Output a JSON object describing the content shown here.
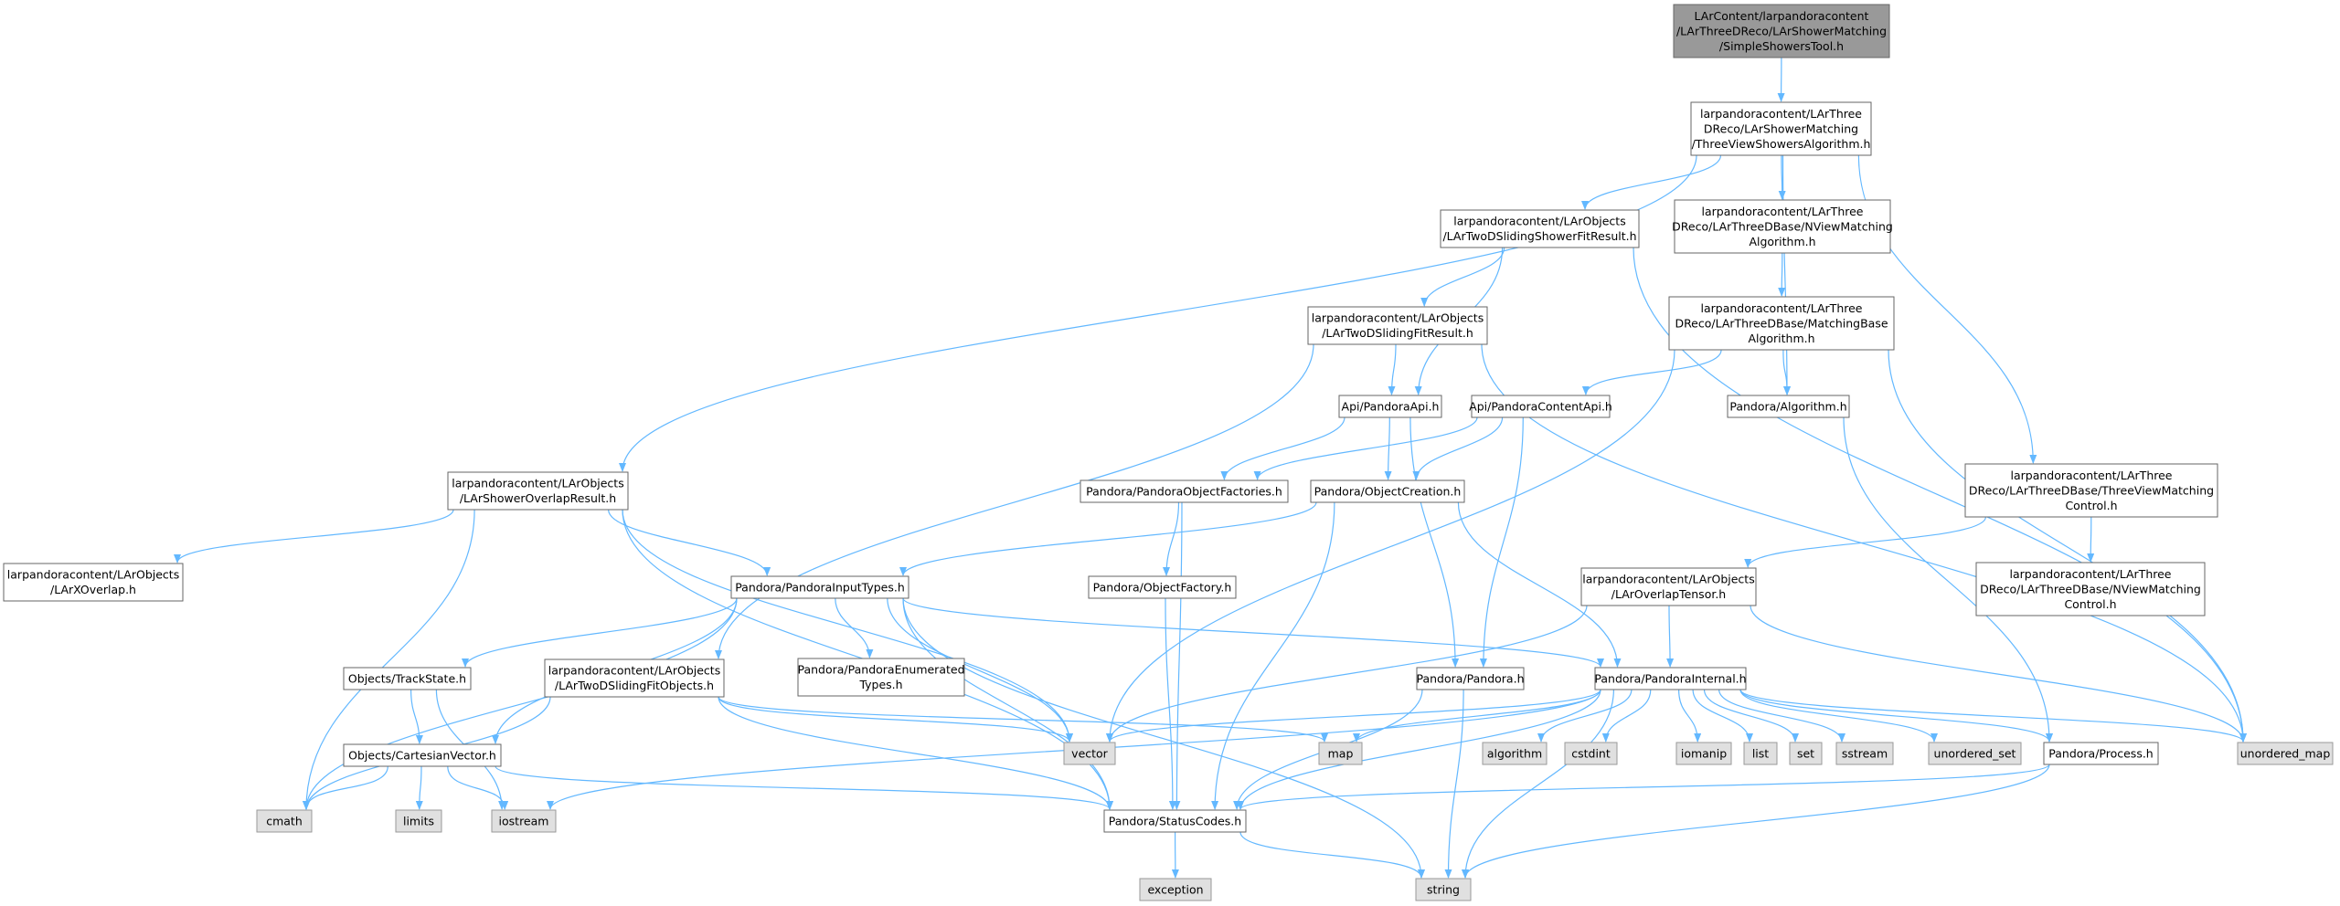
{
  "colors": {
    "edge": "#63b8ff",
    "node_border": "#666666",
    "root_fill": "#999999",
    "node_fill": "#ffffff",
    "system_fill": "#e0e0e0",
    "system_border": "#999999"
  },
  "nodes": [
    {
      "id": "root",
      "kind": "root",
      "lines": [
        "LArContent/larpandoracontent",
        "/LArThreeDReco/LArShowerMatching",
        "/SimpleShowersTool.h"
      ]
    },
    {
      "id": "tvsa",
      "kind": "header",
      "lines": [
        "larpandoracontent/LArThree",
        "DReco/LArShowerMatching",
        "/ThreeViewShowersAlgorithm.h"
      ]
    },
    {
      "id": "tdsl",
      "kind": "header",
      "lines": [
        "larpandoracontent/LArObjects",
        "/LArTwoDSlidingShowerFitResult.h"
      ]
    },
    {
      "id": "nvma",
      "kind": "header",
      "lines": [
        "larpandoracontent/LArThree",
        "DReco/LArThreeDBase/NViewMatching",
        "Algorithm.h"
      ]
    },
    {
      "id": "tdsf",
      "kind": "header",
      "lines": [
        "larpandoracontent/LArObjects",
        "/LArTwoDSlidingFitResult.h"
      ]
    },
    {
      "id": "mba",
      "kind": "header",
      "lines": [
        "larpandoracontent/LArThree",
        "DReco/LArThreeDBase/MatchingBase",
        "Algorithm.h"
      ]
    },
    {
      "id": "papi",
      "kind": "header",
      "lines": [
        "Api/PandoraApi.h"
      ]
    },
    {
      "id": "pcapi",
      "kind": "header",
      "lines": [
        "Api/PandoraContentApi.h"
      ]
    },
    {
      "id": "palg",
      "kind": "header",
      "lines": [
        "Pandora/Algorithm.h"
      ]
    },
    {
      "id": "sor",
      "kind": "header",
      "lines": [
        "larpandoracontent/LArObjects",
        "/LArShowerOverlapResult.h"
      ]
    },
    {
      "id": "pof",
      "kind": "header",
      "lines": [
        "Pandora/PandoraObjectFactories.h"
      ]
    },
    {
      "id": "poc",
      "kind": "header",
      "lines": [
        "Pandora/ObjectCreation.h"
      ]
    },
    {
      "id": "tvmc",
      "kind": "header",
      "lines": [
        "larpandoracontent/LArThree",
        "DReco/LArThreeDBase/ThreeViewMatching",
        "Control.h"
      ]
    },
    {
      "id": "xov",
      "kind": "header",
      "lines": [
        "larpandoracontent/LArObjects",
        "/LArXOverlap.h"
      ]
    },
    {
      "id": "pobf",
      "kind": "header",
      "lines": [
        "Pandora/ObjectFactory.h"
      ]
    },
    {
      "id": "pit",
      "kind": "header",
      "lines": [
        "Pandora/PandoraInputTypes.h"
      ]
    },
    {
      "id": "nvmc",
      "kind": "header",
      "lines": [
        "larpandoracontent/LArThree",
        "DReco/LArThreeDBase/NViewMatching",
        "Control.h"
      ]
    },
    {
      "id": "ovt",
      "kind": "header",
      "lines": [
        "larpandoracontent/LArObjects",
        "/LArOverlapTensor.h"
      ]
    },
    {
      "id": "pet",
      "kind": "header",
      "lines": [
        "Pandora/PandoraEnumerated",
        "Types.h"
      ]
    },
    {
      "id": "ts",
      "kind": "header",
      "lines": [
        "Objects/TrackState.h"
      ]
    },
    {
      "id": "tdsfo",
      "kind": "header",
      "lines": [
        "larpandoracontent/LArObjects",
        "/LArTwoDSlidingFitObjects.h"
      ]
    },
    {
      "id": "pp",
      "kind": "header",
      "lines": [
        "Pandora/Pandora.h"
      ]
    },
    {
      "id": "pint",
      "kind": "header",
      "lines": [
        "Pandora/PandoraInternal.h"
      ]
    },
    {
      "id": "cv",
      "kind": "header",
      "lines": [
        "Objects/CartesianVector.h"
      ]
    },
    {
      "id": "vector",
      "kind": "system",
      "lines": [
        "vector"
      ]
    },
    {
      "id": "map",
      "kind": "system",
      "lines": [
        "map"
      ]
    },
    {
      "id": "algorithm",
      "kind": "system",
      "lines": [
        "algorithm"
      ]
    },
    {
      "id": "cstdint",
      "kind": "system",
      "lines": [
        "cstdint"
      ]
    },
    {
      "id": "iomanip",
      "kind": "system",
      "lines": [
        "iomanip"
      ]
    },
    {
      "id": "list",
      "kind": "system",
      "lines": [
        "list"
      ]
    },
    {
      "id": "set",
      "kind": "system",
      "lines": [
        "set"
      ]
    },
    {
      "id": "sstream",
      "kind": "system",
      "lines": [
        "sstream"
      ]
    },
    {
      "id": "useto",
      "kind": "system",
      "lines": [
        "unordered_set"
      ]
    },
    {
      "id": "proc",
      "kind": "header",
      "lines": [
        "Pandora/Process.h"
      ]
    },
    {
      "id": "umap",
      "kind": "system",
      "lines": [
        "unordered_map"
      ]
    },
    {
      "id": "cmath",
      "kind": "system",
      "lines": [
        "cmath"
      ]
    },
    {
      "id": "limits",
      "kind": "system",
      "lines": [
        "limits"
      ]
    },
    {
      "id": "iostream",
      "kind": "system",
      "lines": [
        "iostream"
      ]
    },
    {
      "id": "psc",
      "kind": "header",
      "lines": [
        "Pandora/StatusCodes.h"
      ]
    },
    {
      "id": "exception",
      "kind": "system",
      "lines": [
        "exception"
      ]
    },
    {
      "id": "string",
      "kind": "system",
      "lines": [
        "string"
      ]
    }
  ],
  "edges": [
    [
      "root",
      "tvsa"
    ],
    [
      "tvsa",
      "tdsl"
    ],
    [
      "tvsa",
      "nvma"
    ],
    [
      "tvsa",
      "sor"
    ],
    [
      "tvsa",
      "palg"
    ],
    [
      "tvsa",
      "tvmc"
    ],
    [
      "tdsl",
      "tdsf"
    ],
    [
      "tdsl",
      "papi"
    ],
    [
      "tdsl",
      "umap"
    ],
    [
      "nvma",
      "mba"
    ],
    [
      "tdsf",
      "papi"
    ],
    [
      "tdsf",
      "tdsfo"
    ],
    [
      "tdsf",
      "umap"
    ],
    [
      "mba",
      "pcapi"
    ],
    [
      "mba",
      "palg"
    ],
    [
      "mba",
      "umap"
    ],
    [
      "mba",
      "vector"
    ],
    [
      "papi",
      "pof"
    ],
    [
      "papi",
      "poc"
    ],
    [
      "papi",
      "pp"
    ],
    [
      "pcapi",
      "pof"
    ],
    [
      "pcapi",
      "poc"
    ],
    [
      "pcapi",
      "pp"
    ],
    [
      "palg",
      "proc"
    ],
    [
      "sor",
      "xov"
    ],
    [
      "sor",
      "pit"
    ],
    [
      "sor",
      "cmath"
    ],
    [
      "sor",
      "vector"
    ],
    [
      "sor",
      "psc"
    ],
    [
      "pof",
      "pobf"
    ],
    [
      "pof",
      "psc"
    ],
    [
      "poc",
      "pit"
    ],
    [
      "poc",
      "pint"
    ],
    [
      "poc",
      "psc"
    ],
    [
      "tvmc",
      "nvmc"
    ],
    [
      "tvmc",
      "ovt"
    ],
    [
      "pobf",
      "psc"
    ],
    [
      "pit",
      "pet"
    ],
    [
      "pit",
      "ts"
    ],
    [
      "pit",
      "cv"
    ],
    [
      "pit",
      "pint"
    ],
    [
      "pit",
      "vector"
    ],
    [
      "pit",
      "psc"
    ],
    [
      "pit",
      "string"
    ],
    [
      "pit",
      "cmath"
    ],
    [
      "ovt",
      "pint"
    ],
    [
      "ovt",
      "vector"
    ],
    [
      "ovt",
      "umap"
    ],
    [
      "ts",
      "cv"
    ],
    [
      "ts",
      "iostream"
    ],
    [
      "tdsfo",
      "cmath"
    ],
    [
      "tdsfo",
      "vector"
    ],
    [
      "tdsfo",
      "map"
    ],
    [
      "tdsfo",
      "psc"
    ],
    [
      "pp",
      "psc"
    ],
    [
      "pp",
      "string"
    ],
    [
      "pint",
      "vector"
    ],
    [
      "pint",
      "map"
    ],
    [
      "pint",
      "algorithm"
    ],
    [
      "pint",
      "cstdint"
    ],
    [
      "pint",
      "iomanip"
    ],
    [
      "pint",
      "list"
    ],
    [
      "pint",
      "set"
    ],
    [
      "pint",
      "sstream"
    ],
    [
      "pint",
      "useto"
    ],
    [
      "pint",
      "umap"
    ],
    [
      "pint",
      "proc"
    ],
    [
      "pint",
      "iostream"
    ],
    [
      "pint",
      "string"
    ],
    [
      "pint",
      "psc"
    ],
    [
      "cv",
      "cmath"
    ],
    [
      "cv",
      "limits"
    ],
    [
      "cv",
      "iostream"
    ],
    [
      "cv",
      "psc"
    ],
    [
      "proc",
      "psc"
    ],
    [
      "proc",
      "string"
    ],
    [
      "psc",
      "exception"
    ],
    [
      "psc",
      "string"
    ]
  ]
}
